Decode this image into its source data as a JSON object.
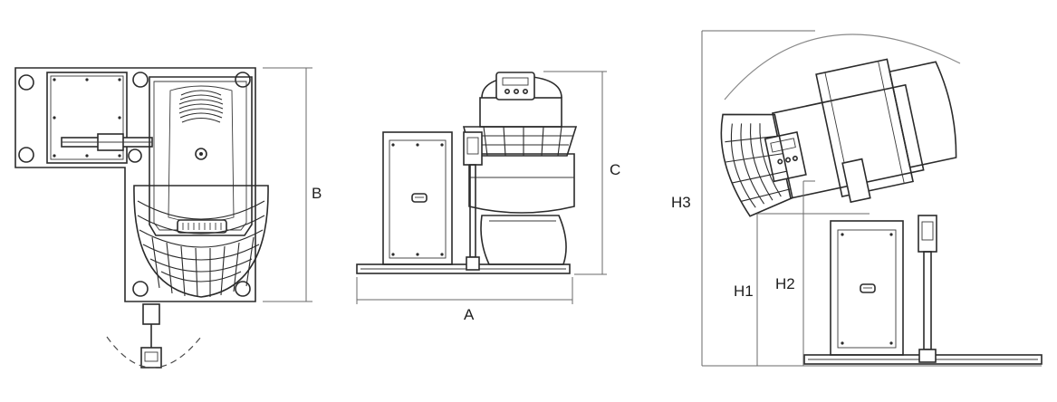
{
  "dimensions": {
    "a": "A",
    "b": "B",
    "c": "C",
    "h1": "H1",
    "h2": "H2",
    "h3": "H3"
  },
  "views": [
    "top-view",
    "side-view",
    "tilted-side-view"
  ]
}
